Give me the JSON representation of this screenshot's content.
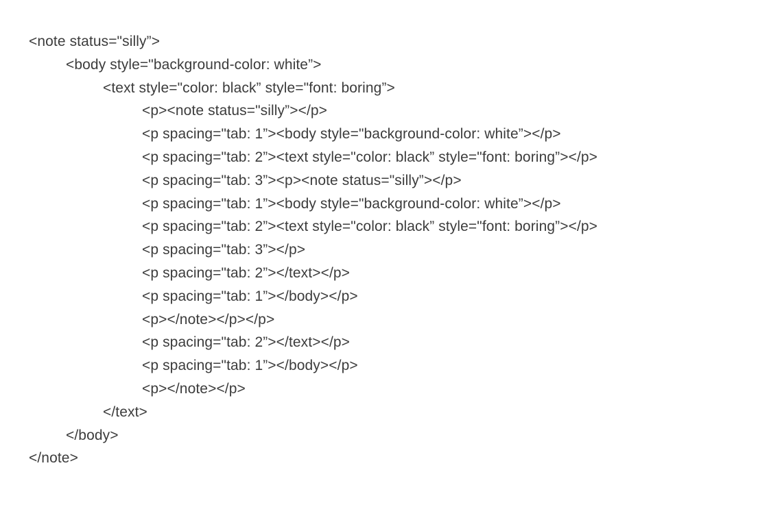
{
  "document": {
    "background_color": "#ffffff",
    "text_color": "#3c3c3c",
    "language": "xml-like-markup",
    "line_count": 17,
    "indent_levels": [
      0,
      1,
      2,
      3
    ],
    "lines": [
      {
        "indent": 0,
        "text": "<note status=\"silly”>"
      },
      {
        "indent": 1,
        "text": "<body style=\"background-color: white”>"
      },
      {
        "indent": 2,
        "text": "<text style=\"color: black” style=\"font: boring”>"
      },
      {
        "indent": 3,
        "text": "<p><note status=\"silly”></p>"
      },
      {
        "indent": 3,
        "text": "<p spacing=\"tab: 1”><body style=\"background-color: white”></p>"
      },
      {
        "indent": 3,
        "text": "<p spacing=\"tab: 2”><text style=\"color: black” style=\"font: boring”></p>"
      },
      {
        "indent": 3,
        "text": "<p spacing=\"tab: 3”><p><note status=\"silly”></p>"
      },
      {
        "indent": 3,
        "text": "<p spacing=\"tab: 1”><body style=\"background-color: white”></p>"
      },
      {
        "indent": 3,
        "text": "<p spacing=\"tab: 2”><text style=\"color: black” style=\"font: boring”></p>"
      },
      {
        "indent": 3,
        "text": "<p spacing=\"tab: 3”></p>"
      },
      {
        "indent": 3,
        "text": "<p spacing=\"tab: 2”></text></p>"
      },
      {
        "indent": 3,
        "text": "<p spacing=\"tab: 1”></body></p>"
      },
      {
        "indent": 3,
        "text": "<p></note></p></p>"
      },
      {
        "indent": 3,
        "text": "<p spacing=\"tab: 2”></text></p>"
      },
      {
        "indent": 3,
        "text": "<p spacing=\"tab: 1”></body></p>"
      },
      {
        "indent": 3,
        "text": "<p></note></p>"
      },
      {
        "indent": 2,
        "text": "</text>"
      },
      {
        "indent": 1,
        "text": "</body>"
      },
      {
        "indent": 0,
        "text": "</note>"
      }
    ]
  }
}
